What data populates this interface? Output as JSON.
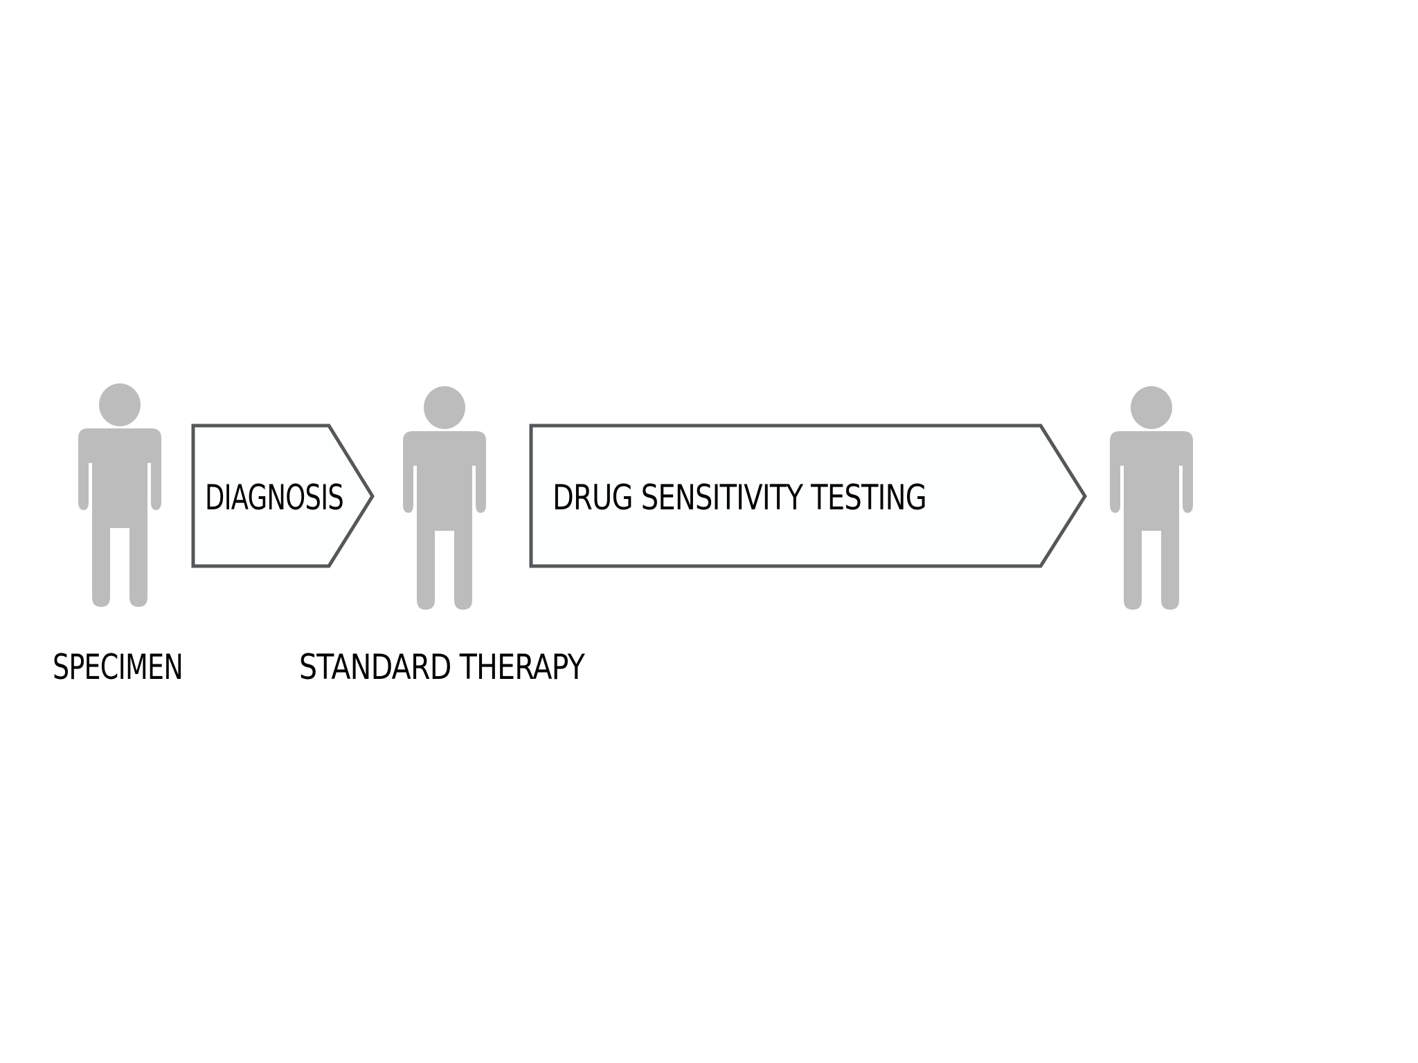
{
  "steps": [
    {
      "label": "DIAGNOSIS"
    },
    {
      "label": "DRUG SENSITIVITY TESTING"
    }
  ],
  "people": [
    {
      "label": "SPECIMEN"
    },
    {
      "label": "STANDARD THERAPY"
    },
    {
      "label": ""
    }
  ],
  "colors": {
    "person": "#bcbcbc",
    "arrow_stroke": "#555759",
    "arrow_fill": "#fdfefe",
    "text": "#000000"
  },
  "icons": [
    "person-icon"
  ]
}
